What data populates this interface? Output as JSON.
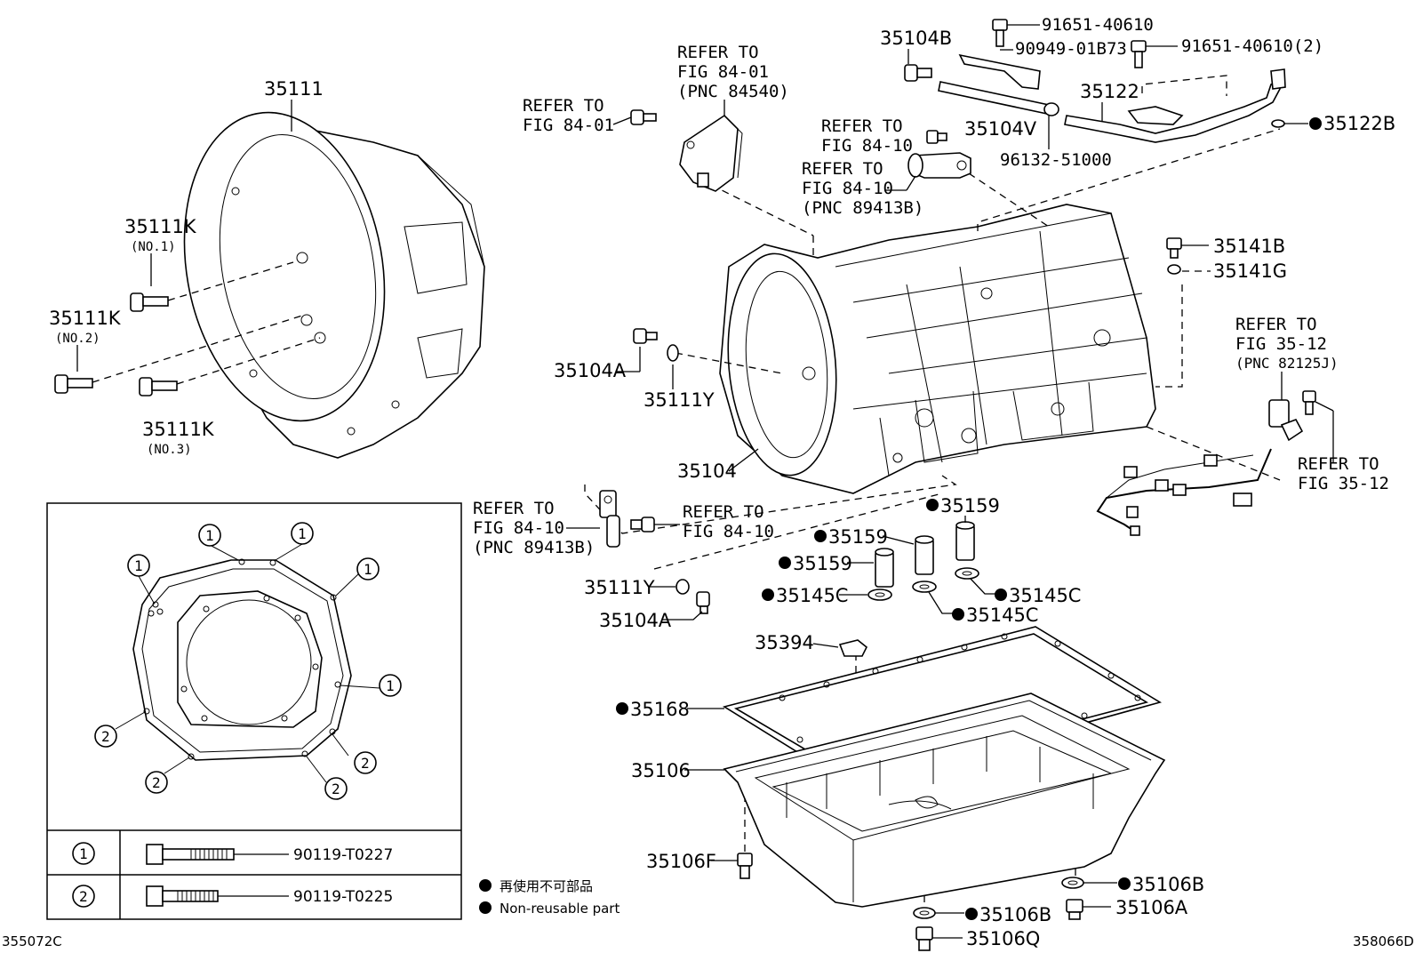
{
  "parts": {
    "p35111": "35111",
    "p35111K_1": "35111K",
    "p35111K_1_sub": "(NO.1)",
    "p35111K_2": "35111K",
    "p35111K_2_sub": "(NO.2)",
    "p35111K_3": "35111K",
    "p35111K_3_sub": "(NO.3)",
    "p35104B": "35104B",
    "p91651_a": "91651-40610",
    "p90949": "90949-01B73",
    "p91651_b": "91651-40610(2)",
    "p35122": "35122",
    "p35104V": "35104V",
    "p96132": "96132-51000",
    "p35122B": "35122B",
    "p35141B": "35141B",
    "p35141G": "35141G",
    "p35104A_top": "35104A",
    "p35111Y_top": "35111Y",
    "p35104": "35104",
    "p35159_a": "35159",
    "p35159_b": "35159",
    "p35159_c": "35159",
    "p35145C_a": "35145C",
    "p35145C_b": "35145C",
    "p35145C_c": "35145C",
    "p35111Y_bot": "35111Y",
    "p35104A_bot": "35104A",
    "p35394": "35394",
    "p35168": "35168",
    "p35106": "35106",
    "p35106F": "35106F",
    "p35106B_a": "35106B",
    "p35106A": "35106A",
    "p35106B_b": "35106B",
    "p35106Q": "35106Q"
  },
  "refs": {
    "r1_l1": "REFER TO",
    "r1_l2": "FIG 84-01",
    "r2_l1": "REFER TO",
    "r2_l2": "FIG 84-01",
    "r2_l3": "(PNC 84540)",
    "r3_l1": "REFER TO",
    "r3_l2": "FIG 84-10",
    "r4_l1": "REFER TO",
    "r4_l2": "FIG 84-10",
    "r4_l3": "(PNC 89413B)",
    "r5_l1": "REFER TO",
    "r5_l2": "FIG 35-12",
    "r5_l3": "(PNC 82125J)",
    "r6_l1": "REFER TO",
    "r6_l2": "FIG 35-12",
    "r7_l1": "REFER TO",
    "r7_l2": "FIG 84-10",
    "r7_l3": "(PNC 89413B)",
    "r8_l1": "REFER TO",
    "r8_l2": "FIG 84-10"
  },
  "inset": {
    "callouts": [
      "1",
      "1",
      "1",
      "1",
      "1",
      "2",
      "2",
      "2",
      "2"
    ],
    "table": [
      {
        "mark": "1",
        "part": "90119-T0227"
      },
      {
        "mark": "2",
        "part": "90119-T0225"
      }
    ]
  },
  "legend": {
    "jp": "再使用不可部品",
    "en": "Non-reusable part"
  },
  "codes": {
    "left": "355072C",
    "right": "358066D"
  }
}
